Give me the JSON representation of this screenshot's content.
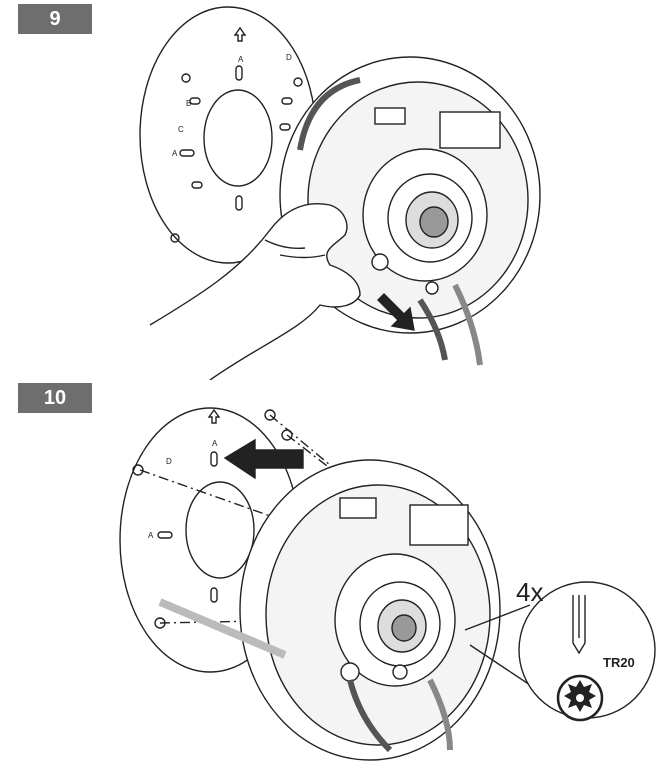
{
  "steps": [
    {
      "number": "9"
    },
    {
      "number": "10"
    }
  ],
  "step10": {
    "quantity_label": "4x",
    "tool_label": "TR20"
  },
  "plate_letters": [
    "A",
    "B",
    "C",
    "D"
  ]
}
